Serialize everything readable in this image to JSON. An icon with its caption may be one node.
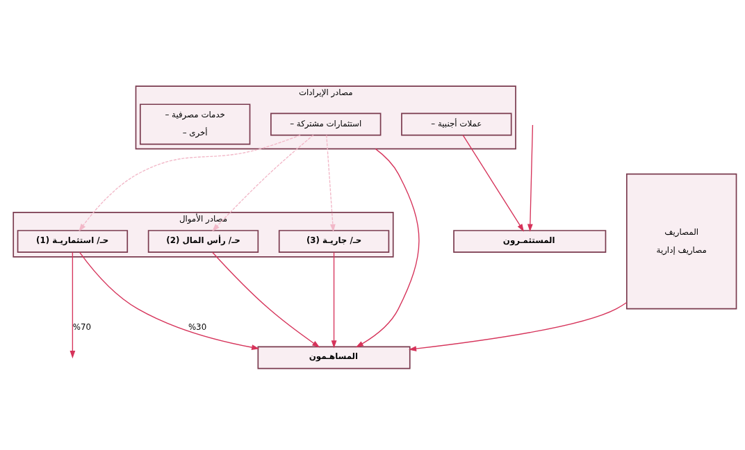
{
  "diagram": {
    "nodes": [
      {
        "text": [
          "المصاريف",
          "مصاريف إدارية"
        ]
      },
      {
        "text": [
          "مصادر الإيرادات"
        ]
      },
      {
        "text": [
          "– استثمارات مشتركة"
        ],
        "in": 1
      },
      {
        "text": [
          "– عملات أجنبية"
        ],
        "in": 1
      },
      {
        "text": [
          "– خدمات مصرفية",
          "– أخرى"
        ],
        "in": 1
      },
      {
        "text": [
          "مصادر الأموال"
        ]
      },
      {
        "text": [
          "حـ/ استثماريـة (1)"
        ],
        "in": 5
      },
      {
        "text": [
          "حـ/ رأس المال (2)"
        ],
        "in": 5
      },
      {
        "text": [
          "حـ/ جاريـة (3)"
        ],
        "in": 5
      },
      {
        "text": [
          "المساهـمون"
        ]
      },
      {
        "text": [
          "المستثمـرون"
        ]
      }
    ],
    "edges": [
      {
        "from": 2,
        "to": 6,
        "arrow": "to",
        "style": "dashed",
        "color": "#f2b8c8"
      },
      {
        "from": 2,
        "to": 7,
        "arrow": "to",
        "style": "dashed",
        "color": "#f2b8c8"
      },
      {
        "from": 2,
        "to": 8,
        "arrow": "to",
        "style": "dashed",
        "color": "#f2b8c8"
      },
      {
        "from": 3,
        "to": 10,
        "arrow": "to"
      },
      {
        "from": 6,
        "to": 9,
        "arrow": "to",
        "label": "%30"
      },
      {
        "from": 7,
        "to": 9,
        "arrow": "to"
      },
      {
        "from": 8,
        "to": 9,
        "arrow": "to"
      },
      {
        "from": 6,
        "to": null,
        "arrow": "to",
        "label": "%70"
      },
      {
        "from": 1,
        "to": 9,
        "arrow": "to"
      },
      {
        "from": 0,
        "to": 9,
        "arrow": "to"
      },
      {
        "from": null,
        "to": 10,
        "arrow": "to"
      }
    ]
  }
}
